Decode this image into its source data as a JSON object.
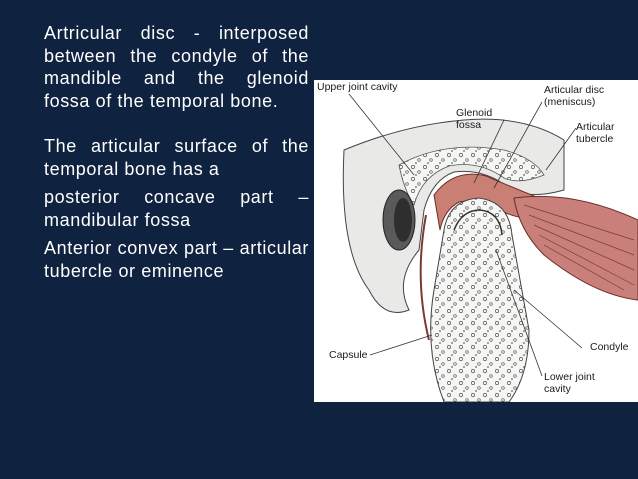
{
  "slide": {
    "paragraphs": [
      "Artricular disc - interposed between the condyle of the mandible and the glenoid fossa of the temporal bone.",
      "The articular surface of the temporal bone has a",
      "posterior concave part – mandibular fossa",
      "Anterior convex part – articular tubercle or eminence"
    ]
  },
  "figure": {
    "labels": {
      "upper_joint_cavity": "Upper joint cavity",
      "glenoid_fossa": "Glenoid fossa",
      "articular_disc": "Articular disc (meniscus)",
      "articular_tubercle": "Articular tubercle",
      "condyle": "Condyle",
      "capsule": "Capsule",
      "lower_joint_cavity": "Lower joint cavity"
    }
  }
}
